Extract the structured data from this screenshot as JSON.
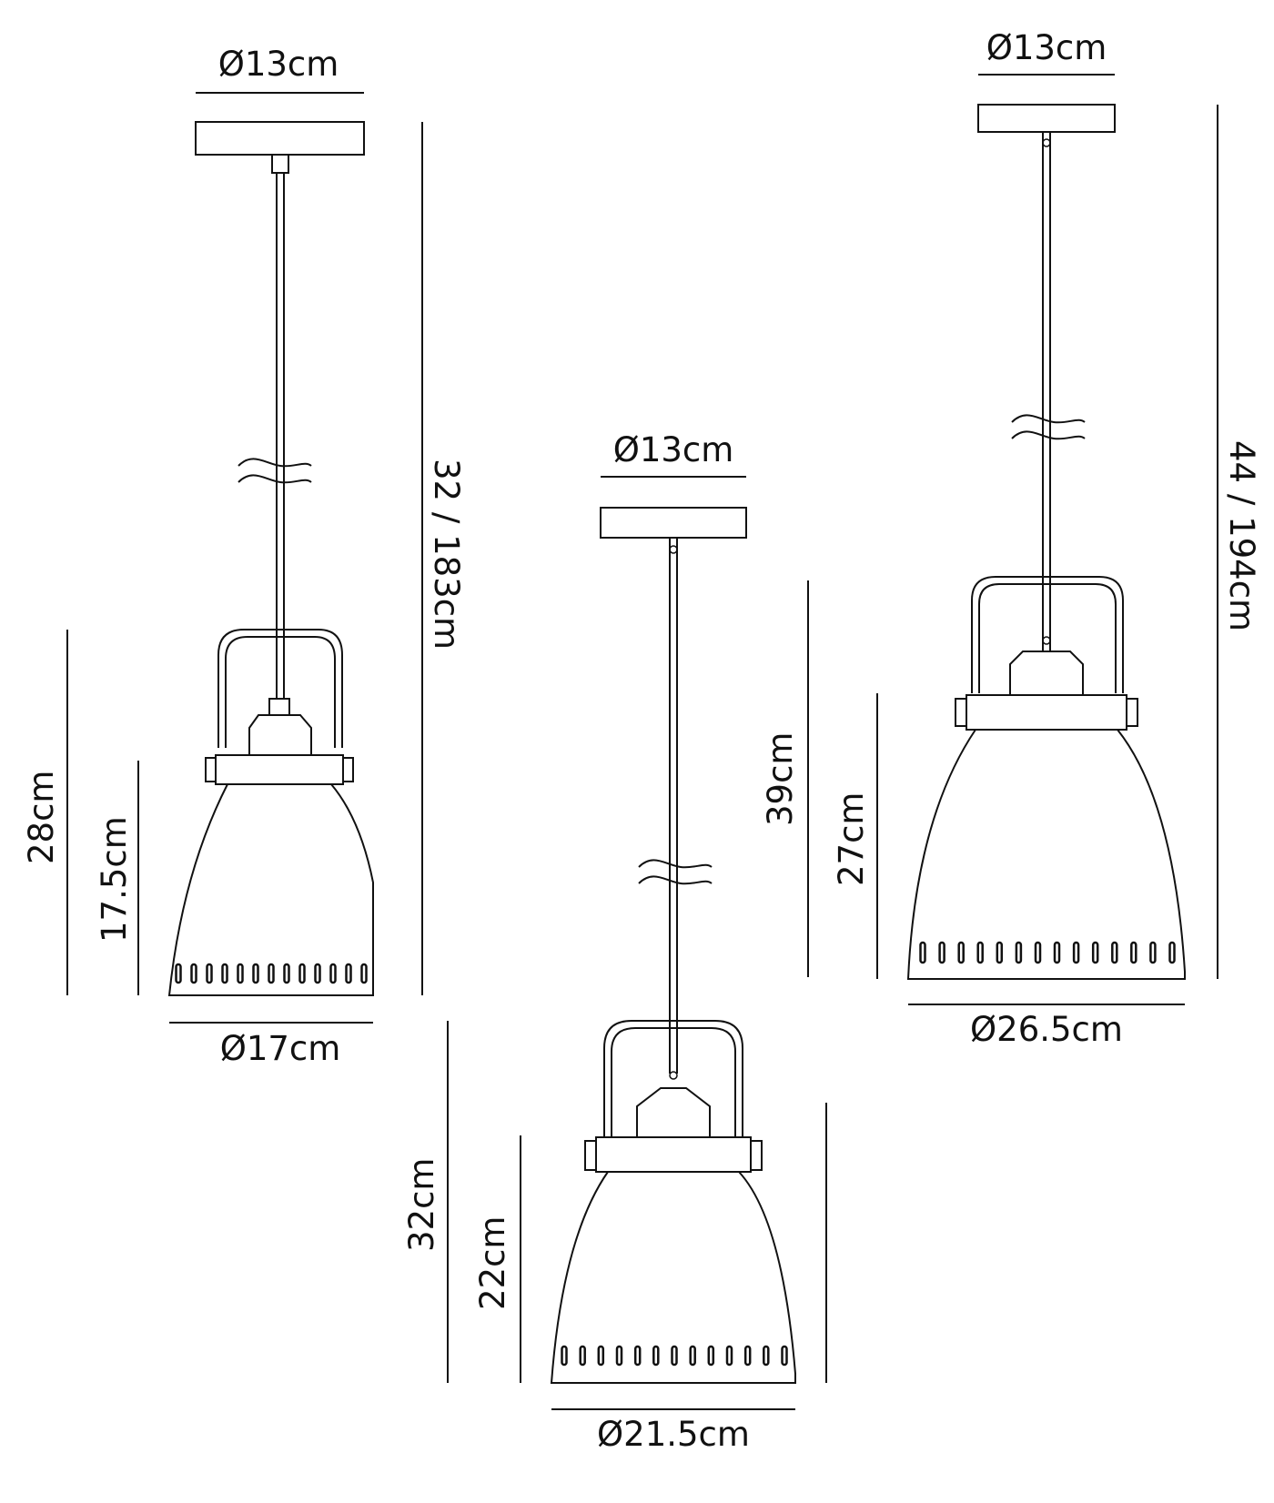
{
  "lamps": [
    {
      "id": "small",
      "canopy_diameter": "Ø13cm",
      "total_height": "32 / 183cm",
      "lamp_height": "28cm",
      "shade_height": "17.5cm",
      "shade_diameter": "Ø17cm"
    },
    {
      "id": "medium",
      "canopy_diameter": "Ø13cm",
      "drop_height": "39cm",
      "lamp_height": "32cm",
      "shade_height": "22cm",
      "shade_diameter": "Ø21.5cm"
    },
    {
      "id": "large",
      "canopy_diameter": "Ø13cm",
      "total_height": "44 / 194cm",
      "shade_height": "27cm",
      "shade_diameter": "Ø26.5cm"
    }
  ],
  "colors": {
    "line": "#111111",
    "background": "#ffffff"
  }
}
